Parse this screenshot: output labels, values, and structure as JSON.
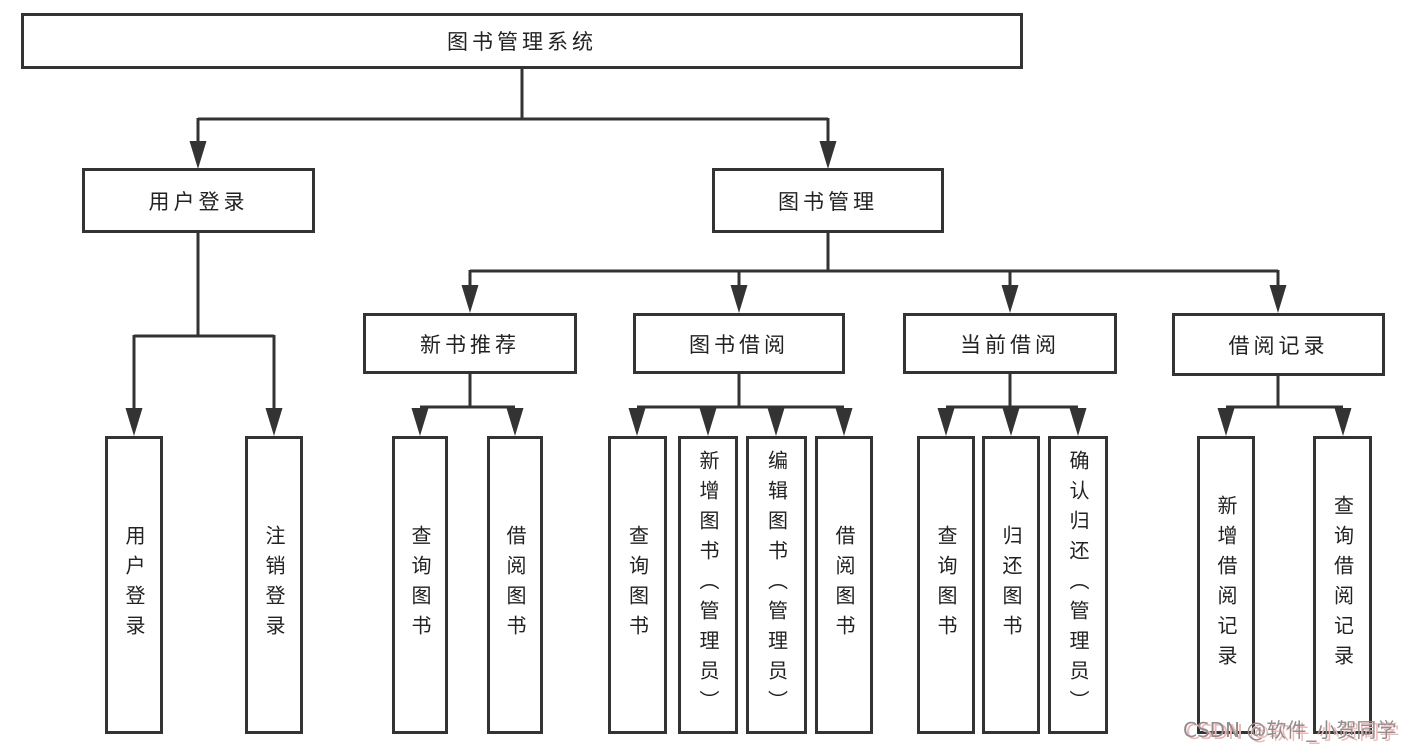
{
  "tree": {
    "root": "图书管理系统",
    "children": [
      {
        "label": "用户登录",
        "children": [
          {
            "label": "用户登录"
          },
          {
            "label": "注销登录"
          }
        ]
      },
      {
        "label": "图书管理",
        "children": [
          {
            "label": "新书推荐",
            "children": [
              {
                "label": "查询图书"
              },
              {
                "label": "借阅图书"
              }
            ]
          },
          {
            "label": "图书借阅",
            "children": [
              {
                "label": "查询图书"
              },
              {
                "label": "新增图书（管理员）"
              },
              {
                "label": "编辑图书（管理员）"
              },
              {
                "label": "借阅图书"
              }
            ]
          },
          {
            "label": "当前借阅",
            "children": [
              {
                "label": "查询图书"
              },
              {
                "label": "归还图书"
              },
              {
                "label": "确认归还（管理员）"
              }
            ]
          },
          {
            "label": "借阅记录",
            "children": [
              {
                "label": "新增借阅记录"
              },
              {
                "label": "查询借阅记录"
              }
            ]
          }
        ]
      }
    ]
  },
  "watermark": {
    "text": "CSDN @软件_小贺同学"
  },
  "colors": {
    "line": "#333333",
    "box_border": "#333333",
    "text": "#222222",
    "background": "#ffffff",
    "watermark_gray": "#8f8f8f",
    "watermark_pink": "#f3b6b6"
  }
}
